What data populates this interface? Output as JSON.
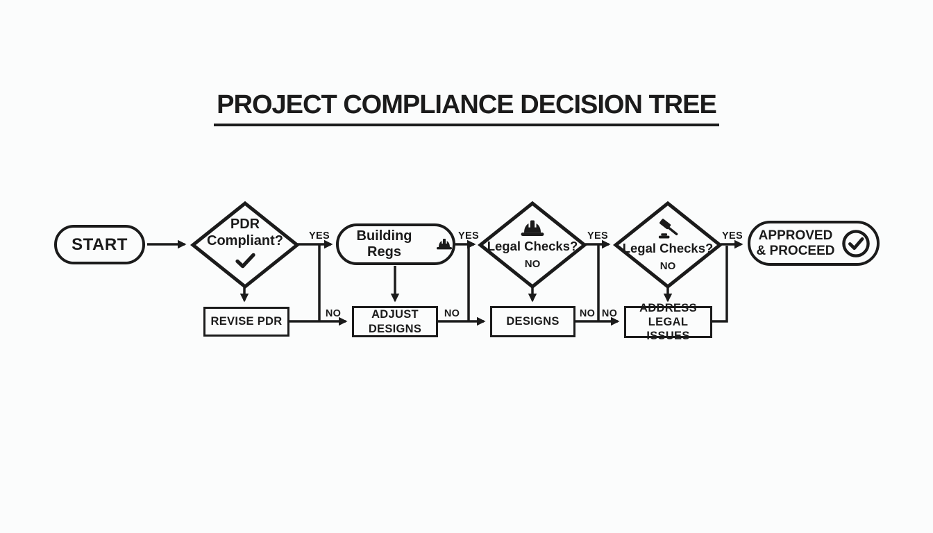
{
  "title": "PROJECT COMPLIANCE DECISION TREE",
  "colors": {
    "ink": "#1b1b1b",
    "background": "#fbfcfc"
  },
  "nodes": {
    "start": {
      "label": "START"
    },
    "pdr_compliant": {
      "line1": "PDR",
      "line2": "Compliant?",
      "icon": "check-icon"
    },
    "building_regs": {
      "label": "Building Regs",
      "icon": "hard-hat-icon"
    },
    "legal_checks_1": {
      "label": "Legal Checks?",
      "sublabel": "NO",
      "icon": "hard-hat-icon"
    },
    "legal_checks_2": {
      "label": "Legal Checks?",
      "sublabel": "NO",
      "icon": "gavel-icon"
    },
    "approved": {
      "line1": "APPROVED",
      "line2": "& PROCEED",
      "icon": "circled-check-icon"
    },
    "revise_pdr": {
      "label": "REVISE PDR"
    },
    "adjust_designs": {
      "line1": "ADJUST",
      "line2": "DESIGNS"
    },
    "designs": {
      "label": "DESIGNS"
    },
    "address_legal": {
      "line1": "ADDRESS",
      "line2": "LEGAL ISSUES"
    }
  },
  "edge_labels": {
    "yes_pdr": "YES",
    "yes_building": "YES",
    "yes_legal1": "YES",
    "yes_legal2": "YES",
    "no_pdr": "NO",
    "no_building": "NO",
    "no_legal1_left": "NO",
    "no_legal1_right": "NO"
  }
}
